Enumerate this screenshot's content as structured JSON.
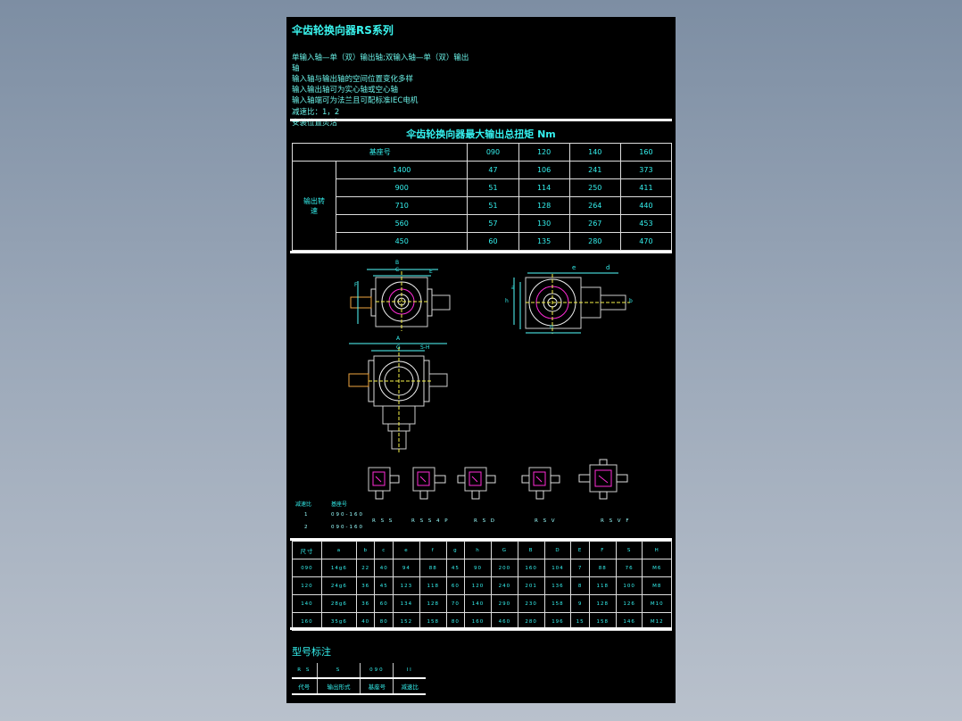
{
  "drawing": {
    "title": "伞齿轮换向器RS系列",
    "notes": [
      "单输入轴—单（双）输出轴;双输入轴—单（双）输出",
      "轴",
      "输入轴与输出轴的空间位置变化多样",
      "输入输出轴可为实心轴或空心轴",
      "输入轴端可为法兰且可配标准IEC电机",
      "减速比：1，2",
      "安装位置灵活"
    ],
    "torque_table": {
      "caption": "伞齿轮换向器最大输出总扭矩 Nm",
      "header_label": "基座号",
      "sizes": [
        "090",
        "120",
        "140",
        "160"
      ],
      "row_group_label": "输出转速",
      "rows": [
        {
          "speed": "1400",
          "values": [
            "47",
            "106",
            "241",
            "373"
          ]
        },
        {
          "speed": "900",
          "values": [
            "51",
            "114",
            "250",
            "411"
          ]
        },
        {
          "speed": "710",
          "values": [
            "51",
            "128",
            "264",
            "440"
          ]
        },
        {
          "speed": "560",
          "values": [
            "57",
            "130",
            "267",
            "453"
          ]
        },
        {
          "speed": "450",
          "values": [
            "60",
            "135",
            "280",
            "470"
          ]
        }
      ]
    },
    "view_labels": {
      "front_top": [
        "B",
        "C",
        "E",
        "F"
      ],
      "side": [
        "e",
        "d",
        "h",
        "a",
        "b",
        "n"
      ],
      "lower": [
        "A",
        "G",
        "S-H"
      ]
    },
    "ratio_table": {
      "headers": [
        "减速比",
        "基座号"
      ],
      "rows": [
        [
          "1",
          "090-160"
        ],
        [
          "2",
          "090-160"
        ]
      ]
    },
    "configs": [
      "R S S",
      "R S S 4 P",
      "R S D",
      "R S V",
      "R S V F"
    ],
    "dims_table": {
      "headers": [
        "尺寸",
        "a",
        "b",
        "c",
        "e",
        "f",
        "g",
        "h",
        "G",
        "B",
        "D",
        "E",
        "F",
        "S",
        "H"
      ],
      "rows": [
        [
          "090",
          "14g6",
          "22",
          "40",
          "94",
          "88",
          "45",
          "90",
          "200",
          "160",
          "104",
          "7",
          "88",
          "76",
          "M6"
        ],
        [
          "120",
          "24g6",
          "36",
          "45",
          "123",
          "118",
          "60",
          "120",
          "240",
          "201",
          "136",
          "8",
          "118",
          "100",
          "M8"
        ],
        [
          "140",
          "28g6",
          "36",
          "60",
          "134",
          "128",
          "70",
          "140",
          "290",
          "230",
          "158",
          "9",
          "128",
          "126",
          "M10"
        ],
        [
          "160",
          "35g6",
          "40",
          "80",
          "152",
          "158",
          "80",
          "160",
          "460",
          "280",
          "196",
          "15",
          "158",
          "146",
          "M12"
        ]
      ]
    },
    "model": {
      "heading": "型号标注",
      "codes": [
        "R S",
        "S",
        "090",
        "II"
      ],
      "labels": [
        "代号",
        "输出形式",
        "基座号",
        "减速比"
      ]
    },
    "colors": {
      "text": "#34f0ee",
      "lines": "#ffffff",
      "magenta": "#ff2bd6",
      "orange": "#f0a640",
      "yellow": "#f6f24a"
    }
  }
}
